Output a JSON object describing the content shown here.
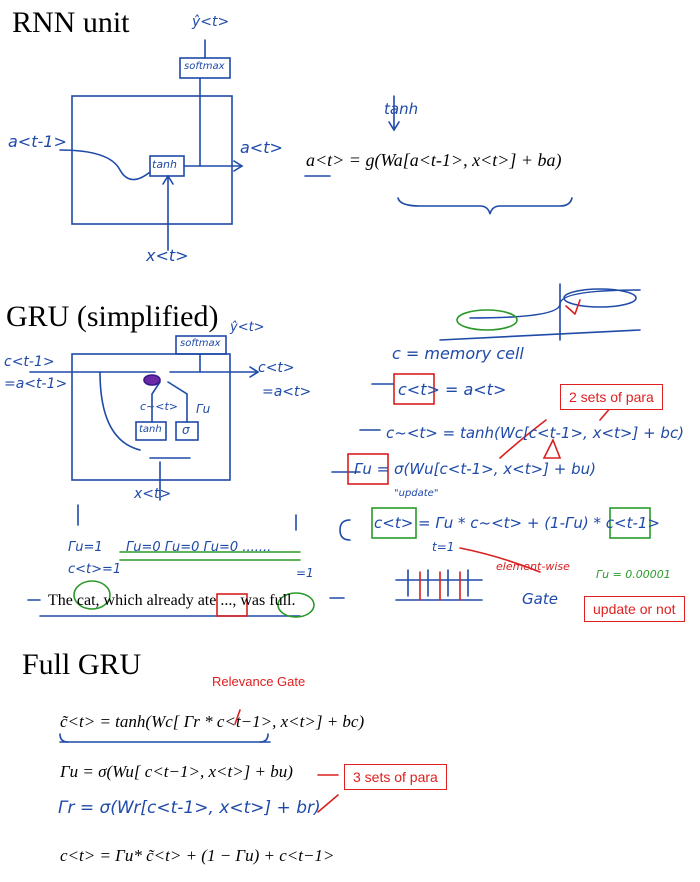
{
  "titles": {
    "rnn": "RNN unit",
    "gru_simplified": "GRU (simplified)",
    "full_gru": "Full GRU"
  },
  "rnn": {
    "equation": "a<t> = g(Wa[a<t-1>, x<t>] + ba)",
    "annotation": "tanh",
    "inputs": {
      "a_prev": "a<t-1>",
      "a_next": "a<t>",
      "x": "x<t>",
      "y": "ŷ<t>"
    },
    "cell_label": "tanh",
    "softmax_label": "softmax"
  },
  "gru_simplified": {
    "memory_cell": "c = memory cell",
    "c_eq": "c<t> = a<t>",
    "c_tilde_eq": "c~<t> = tanh(Wc[c<t-1>, x<t>] + bc)",
    "gamma_u_eq": "Γu = σ(Wu[c<t-1>, x<t>] + bu)",
    "update_eq": "c<t> = Γu * c~<t> + (1-Γu) * c<t-1>",
    "update_word": "\"update\"",
    "gamma_values": "Γu=0  Γu=0  Γu=0 .......",
    "gamma_one": "Γu=1",
    "c_one": "c<t>=1",
    "t_eq": "t=1",
    "one": "=1",
    "element_wise": "element-wise",
    "gamma_small": "Γu = 0.00001",
    "gate": "Gate",
    "sentence": "The cat, which already ate ..., was full.",
    "diagram": {
      "c_prev": "c<t-1>",
      "a_prev": "=a<t-1>",
      "c_next": "c<t>",
      "a_next": "=a<t>",
      "x": "x<t>",
      "y": "ŷ<t>",
      "softmax": "softmax",
      "tanh": "tanh",
      "sigma": "σ",
      "gamma_u": "Γu",
      "c_tilde": "c~<t>"
    }
  },
  "callouts": {
    "two_sets": "2 sets of para",
    "update_or_not": "update or not",
    "three_sets": "3 sets of para",
    "relevance_gate": "Relevance Gate"
  },
  "full_gru": {
    "eq1": "c̃<t> = tanh(Wc[ Γr * c<t−1>, x<t>] + bc)",
    "eq2": "Γu = σ(Wu[ c<t−1>, x<t>] + bu)",
    "eq3": "Γr = σ(Wr[c<t-1>, x<t>] + br)",
    "eq4": "c<t> = Γu* c̃<t> + (1 − Γu) + c<t−1>"
  }
}
